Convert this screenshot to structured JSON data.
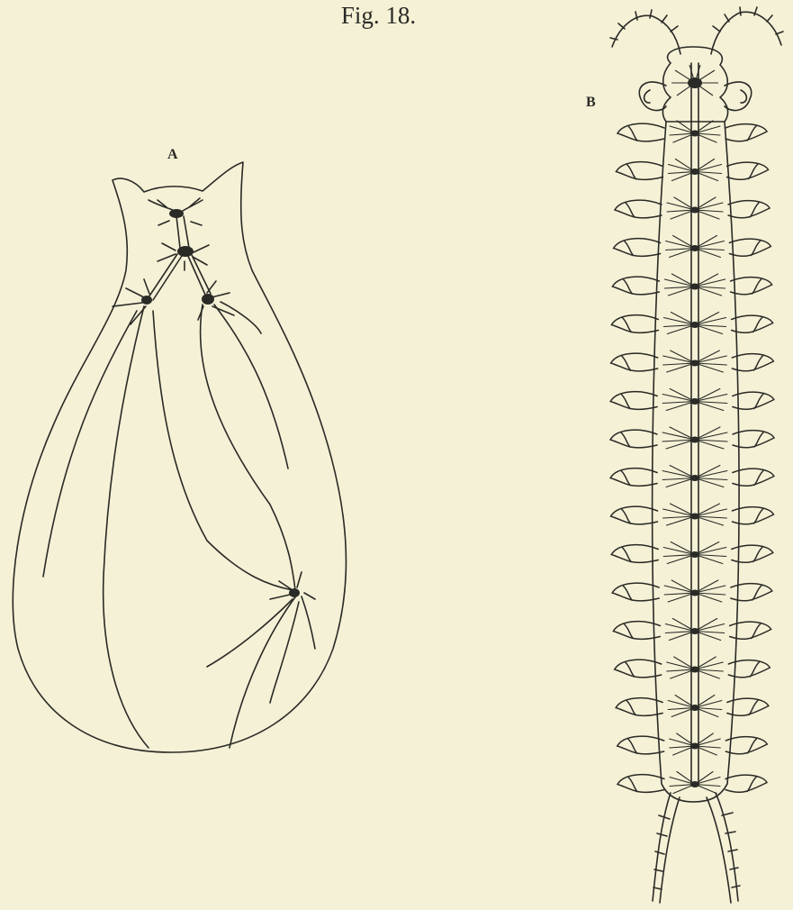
{
  "figure": {
    "caption": "Fig. 18.",
    "label_a": "A",
    "label_b": "B"
  },
  "colors": {
    "paper": "#f4f1d6",
    "ink": "#2a2a26"
  }
}
